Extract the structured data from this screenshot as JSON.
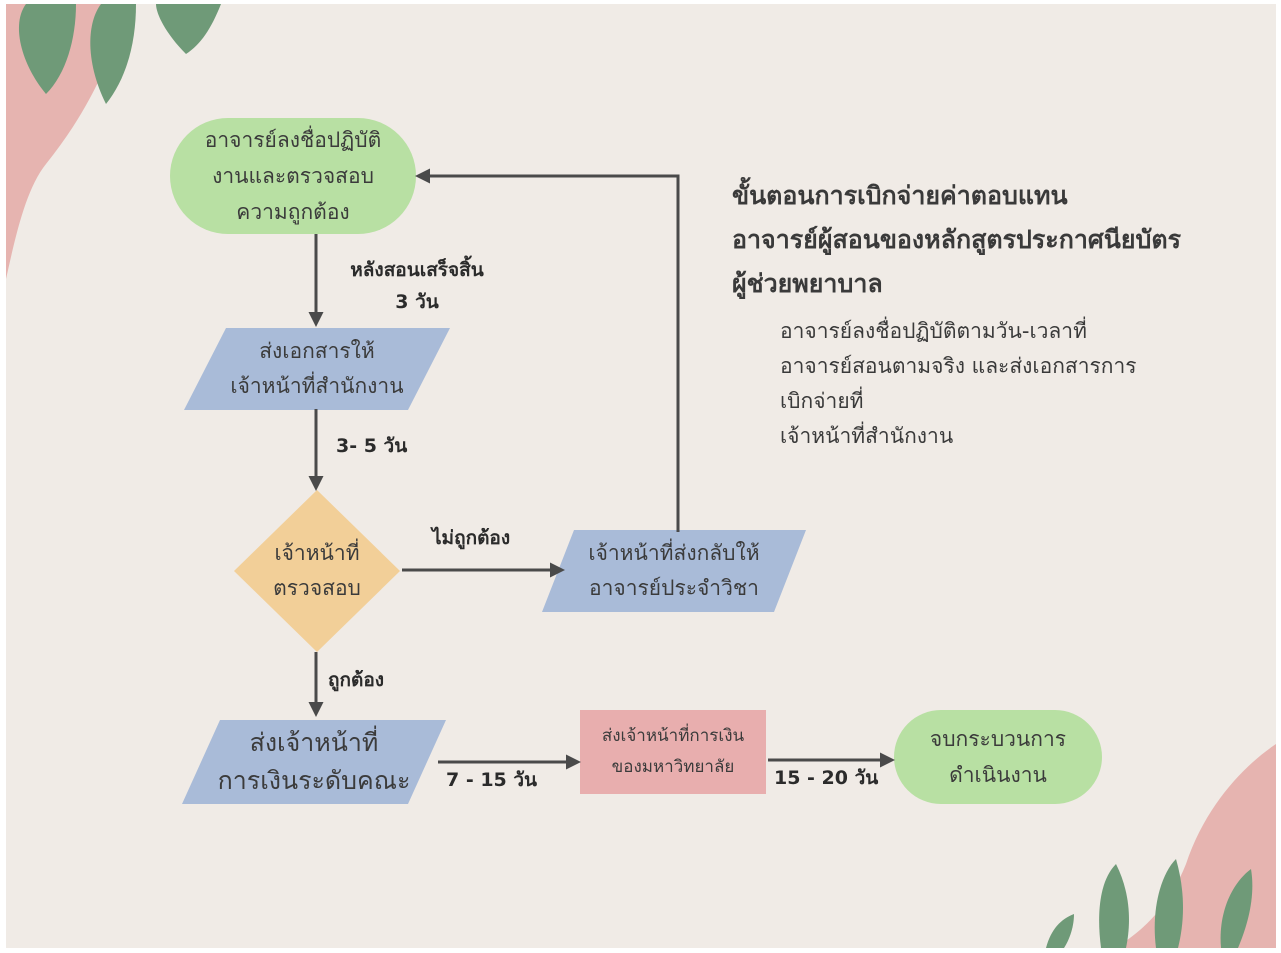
{
  "colors": {
    "background": "#f0ebe6",
    "terminator": "#b8e0a3",
    "parallelogram": "#a9bbd8",
    "diamond": "#f2cf98",
    "process_box": "#e8aeae",
    "arrow": "#4a4a4a",
    "leaf": "#6f9a78",
    "blob": "#e6b4b0"
  },
  "nodes": {
    "start": "อาจารย์ลงชื่อปฏิบัติ\nงานและตรวจสอบ\nความถูกต้อง",
    "send_docs": "ส่งเอกสารให้\nเจ้าหน้าที่สำนักงาน",
    "check": "เจ้าหน้าที่\nตรวจสอบ",
    "return": "เจ้าหน้าที่ส่งกลับให้\nอาจารย์ประจำวิชา",
    "faculty_finance": "ส่งเจ้าหน้าที่\nการเงินระดับคณะ",
    "university_finance": "ส่งเจ้าหน้าที่การเงิน\nของมหาวิทยาลัย",
    "end": "จบกระบวนการ\nดำเนินงาน"
  },
  "edge_labels": {
    "after_teaching": "หลังสอนเสร็จสิ้น\n3  วัน",
    "days_3_5": "3- 5 วัน",
    "incorrect": "ไม่ถูกต้อง",
    "correct": "ถูกต้อง",
    "days_7_15": "7 - 15 วัน",
    "days_15_20": "15 - 20 วัน"
  },
  "title": "ขั้นตอนการเบิกจ่ายค่าตอบแทน\nอาจารย์ผู้สอนของหลักสูตรประกาศนียบัตร\nผู้ช่วยพยาบาล",
  "description": "อาจารย์ลงชื่อปฏิบัติตามวัน-เวลาที่\nอาจารย์สอนตามจริง    และส่งเอกสารการ\nเบิกจ่ายที่\nเจ้าหน้าที่สำนักงาน"
}
